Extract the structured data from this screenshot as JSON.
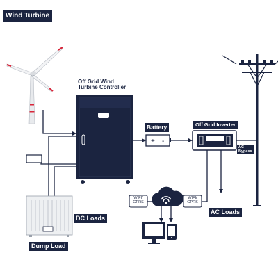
{
  "header": {
    "title": "Wind Turbine"
  },
  "components": {
    "controller": {
      "label_line1": "Off Grid Wind",
      "label_line2": "Turbine Controller"
    },
    "battery": {
      "label": "Battery",
      "plus": "+",
      "minus": "-"
    },
    "inverter": {
      "label": "Off Grid Inverter"
    },
    "bypass": {
      "label_line1": "AC",
      "label_line2": "Bypass"
    },
    "dc_loads": {
      "label": "DC Loads"
    },
    "ac_loads": {
      "label": "AC Loads"
    },
    "dump_load": {
      "label": "Dump Load"
    },
    "wifi_left": {
      "line1": "WIFI/",
      "line2": "GPRS"
    },
    "wifi_right": {
      "line1": "WIFI/",
      "line2": "GPRS"
    }
  },
  "colors": {
    "navy": "#1b2440",
    "accent_red": "#d9263a",
    "line": "#1b2440",
    "white": "#ffffff"
  }
}
